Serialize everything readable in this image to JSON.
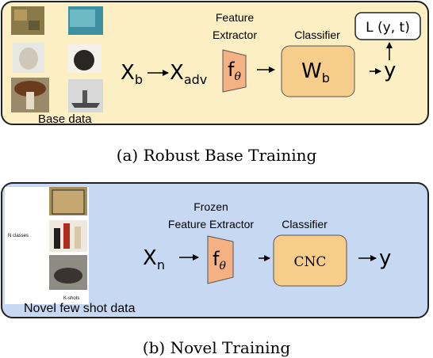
{
  "panel_a": {
    "caption": "(a) Robust Base Training",
    "base_data_label": "Base data",
    "feature_extractor_title_1": "Feature",
    "feature_extractor_title_2": "Extractor",
    "classifier_title": "Classifier",
    "input_symbol": "X",
    "input_sub": "b",
    "adv_symbol": "X",
    "adv_sub": "adv",
    "f_symbol": "f",
    "f_sub": "θ",
    "w_symbol": "W",
    "w_sub": "b",
    "output": "y",
    "loss": "L (y, t)"
  },
  "panel_b": {
    "caption": "(b) Novel Training",
    "title_1": "Frozen",
    "title_2": "Feature Extractor",
    "classifier_title": "Classifier",
    "n_classes": "N classes",
    "k_shots": "K-shots",
    "novel_label": "Novel few shot data",
    "input_symbol": "X",
    "input_sub": "n",
    "f_symbol": "f",
    "f_sub": "θ",
    "cnc_label": "CNC",
    "output": "y"
  },
  "colors": {
    "panel_a_bg": "#FCEFC4",
    "panel_b_bg": "#C7D8F2",
    "panel_border": "#222222",
    "extractor_fill": "#F4B183",
    "classifier_fill": "#F7CD8C"
  }
}
